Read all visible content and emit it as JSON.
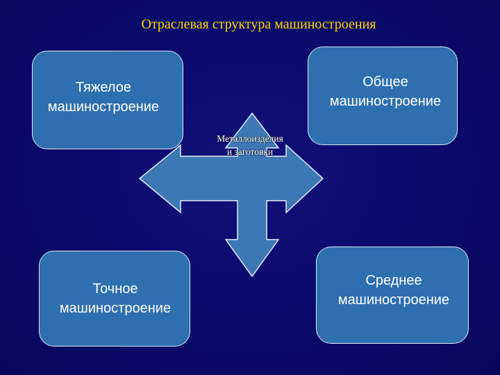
{
  "slide": {
    "title": "Отраслевая структура машиностроения",
    "title_color": "#ffd700",
    "background_color": "#0b0b6a"
  },
  "boxes": {
    "heavy": {
      "line1": "Тяжелое",
      "line2": "машиностроение"
    },
    "general": {
      "line1": "Общее",
      "line2": "машиностроение"
    },
    "precise": {
      "line1": "Точное",
      "line2": "машиностроение"
    },
    "medium": {
      "line1": "Среднее",
      "line2": "машиностроение"
    }
  },
  "center": {
    "line1": "Металлоизделия",
    "line2": "и заготовки"
  },
  "colors": {
    "box_fill": "#2e6fb0",
    "box_border": "#dfe9f5",
    "arrow_fill": "#3d77b5",
    "text": "#ffffff"
  }
}
